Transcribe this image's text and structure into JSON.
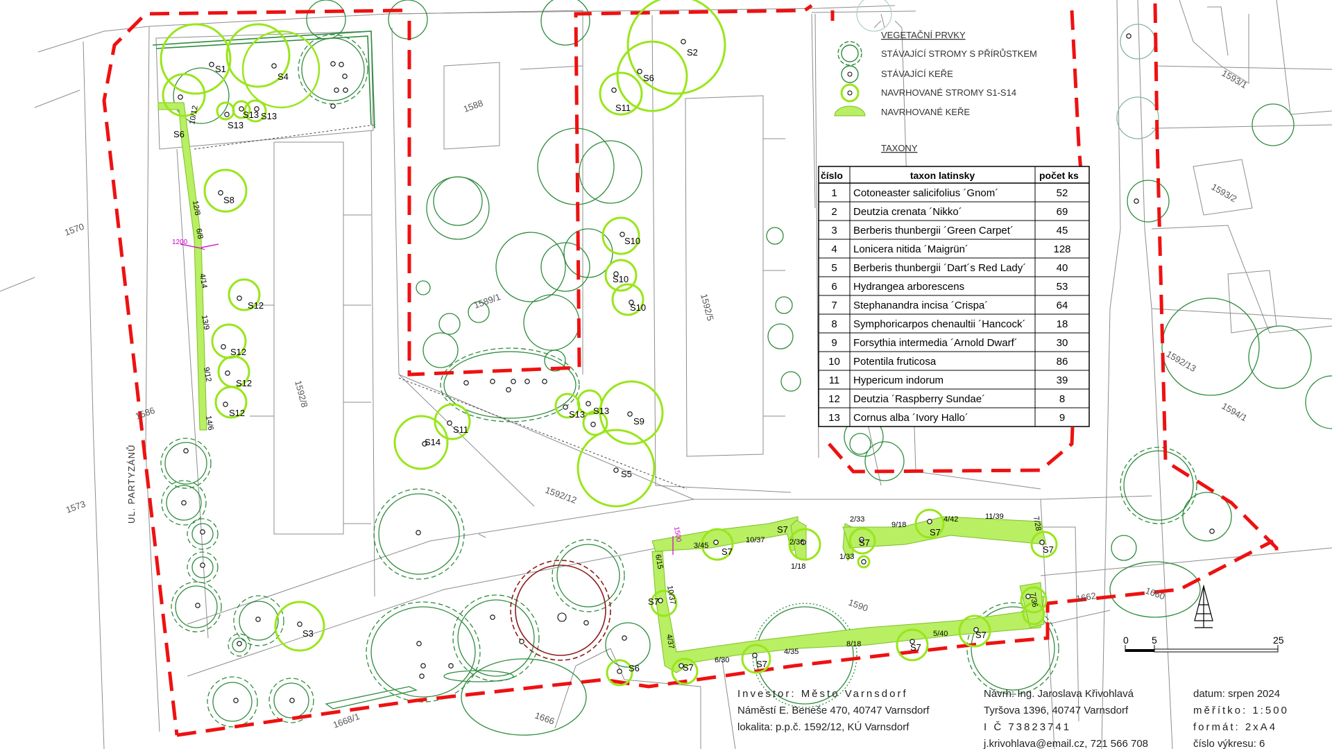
{
  "legend": {
    "title": "VEGETAČNÍ PRVKY",
    "items": [
      {
        "label": "STÁVAJÍCÍ STROMY S PŘÍRŮSTKEM",
        "icon": "existing-tree-with-growth-icon"
      },
      {
        "label": "STÁVAJÍCÍ KEŘE",
        "icon": "existing-shrub-icon"
      },
      {
        "label": "NAVRHOVANÉ STROMY S1-S14",
        "icon": "proposed-tree-icon"
      },
      {
        "label": "NAVRHOVANÉ KEŘE",
        "icon": "proposed-shrub-icon"
      }
    ]
  },
  "taxa": {
    "title": "TAXONY",
    "headers": [
      "číslo",
      "taxon latinsky",
      "počet ks"
    ],
    "rows": [
      [
        "1",
        "Cotoneaster salicifolius ´Gnom´",
        "52"
      ],
      [
        "2",
        "Deutzia crenata ´Nikko´",
        "69"
      ],
      [
        "3",
        "Berberis thunbergii ´Green Carpet´",
        "45"
      ],
      [
        "4",
        "Lonicera nitida ´Maigrün´",
        "128"
      ],
      [
        "5",
        "Berberis thunbergii ´Dart´s Red Lady´",
        "40"
      ],
      [
        "6",
        "Hydrangea arborescens",
        "53"
      ],
      [
        "7",
        "Stephanandra incisa ´Crispa´",
        "64"
      ],
      [
        "8",
        "Symphoricarpos chenaultii ´Hancock´",
        "18"
      ],
      [
        "9",
        "Forsythia intermedia ´Arnold Dwarf´",
        "30"
      ],
      [
        "10",
        "Potentila fruticosa",
        "86"
      ],
      [
        "11",
        "Hypericum indorum",
        "39"
      ],
      [
        "12",
        "Deutzia ´Raspberry Sundae´",
        "8"
      ],
      [
        "13",
        "Cornus alba ´Ivory Hallo´",
        "9"
      ]
    ]
  },
  "street_name": "UL. PARTYZÁNŮ",
  "parcels": [
    "1570",
    "1586",
    "1573",
    "1588",
    "1589/1",
    "1592/5",
    "1592/8",
    "1592/12",
    "1592/13",
    "1593/1",
    "1593/2",
    "1594/1",
    "1590",
    "1662",
    "1660",
    "1666",
    "1668/1"
  ],
  "proposed_trees": [
    "S1",
    "S4",
    "S6",
    "S13",
    "S13",
    "S13",
    "S8",
    "S12",
    "S12",
    "S12",
    "S12",
    "S2",
    "S6",
    "S11",
    "S10",
    "S10",
    "S10",
    "S9",
    "S13",
    "S13",
    "S5",
    "S11",
    "S14",
    "S3",
    "S7",
    "S7",
    "S7",
    "S7",
    "S7",
    "S7",
    "S7",
    "S7",
    "S7",
    "S7",
    "S6"
  ],
  "hedge_labels": [
    "10/12",
    "12/8",
    "6/8",
    "4/14",
    "13/9",
    "9/12",
    "14/6",
    "3/45",
    "10/37",
    "2/36",
    "1/18",
    "2/33",
    "9/18",
    "4/42",
    "11/39",
    "7/28",
    "1/33",
    "6/15",
    "10/37",
    "4/37",
    "6/30",
    "4/35",
    "8/18",
    "5/40",
    "7/36"
  ],
  "dimensions": [
    "1200",
    "1500"
  ],
  "scale_bar": {
    "labels": [
      "0",
      "5",
      "25"
    ]
  },
  "footer": {
    "investor": [
      "Investor: Město Varnsdorf",
      "Náměstí E. Beneše 470, 40747 Varnsdorf",
      "lokalita: p.p.č. 1592/12, KÚ Varnsdorf"
    ],
    "design": [
      "Návrh: Ing. Jaroslava Křivohlavá",
      "Tyršova 1396, 40747 Varnsdorf",
      "I Č         73823741",
      "j.krivohlava@email.cz, 721 566 708"
    ],
    "meta": [
      "datum: srpen 2024",
      "měřítko: 1:500",
      "formát: 2xA4",
      "číslo výkresu: 6"
    ]
  },
  "colors": {
    "boundary": "#ee1111",
    "proposed_tree": "#99e61a",
    "hedge": "#b8ef63",
    "existing": "#2e8b3d",
    "removed": "#8b1a1a",
    "dimension": "#cc00cc"
  }
}
